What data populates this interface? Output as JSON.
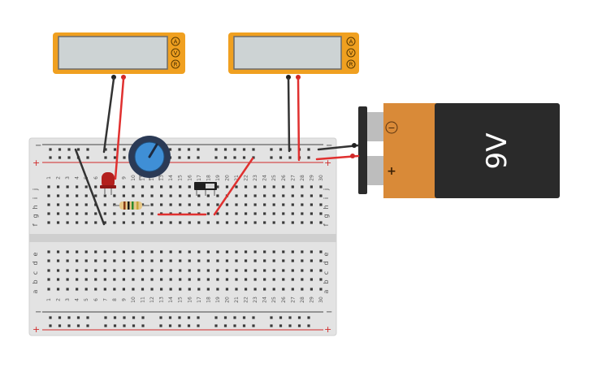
{
  "colors": {
    "breadboard": "#e3e3e3",
    "breadboard_divider": "#cfcfcf",
    "hole": "#3a3a3a",
    "rail_red": "#d02a2a",
    "rail_black": "#444444",
    "wire_red": "#e0302f",
    "wire_black": "#333333",
    "meter_body": "#f0a020",
    "meter_screen": "#cdd3d4",
    "battery_orange": "#d98a38",
    "battery_black": "#2a2a2a",
    "pot_blue": "#3f8fd6",
    "led_red": "#b3201e"
  },
  "multimeters": [
    {
      "id": "left",
      "mode_buttons": [
        "A",
        "V",
        "R"
      ]
    },
    {
      "id": "right",
      "mode_buttons": [
        "A",
        "V",
        "R"
      ]
    }
  ],
  "battery": {
    "label": "9V",
    "negative_symbol": "−",
    "positive_symbol": "+"
  },
  "breadboard": {
    "rail_minus": "−",
    "rail_plus": "+",
    "row_labels_top": [
      "j",
      "i",
      "h",
      "g",
      "f"
    ],
    "row_labels_bottom": [
      "e",
      "d",
      "c",
      "b",
      "a"
    ],
    "column_numbers": [
      "1",
      "2",
      "3",
      "4",
      "5",
      "6",
      "7",
      "8",
      "9",
      "10",
      "11",
      "12",
      "13",
      "14",
      "15",
      "16",
      "17",
      "18",
      "19",
      "20",
      "21",
      "22",
      "23",
      "24",
      "25",
      "26",
      "27",
      "28",
      "29",
      "30"
    ]
  },
  "components": {
    "led": "led",
    "resistor": "resistor",
    "potentiometer": "potentiometer",
    "switch": "slide-switch"
  }
}
